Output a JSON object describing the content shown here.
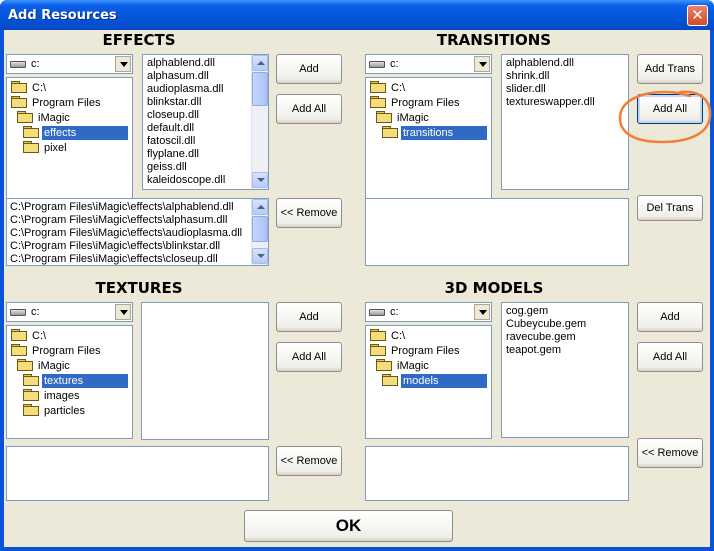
{
  "window": {
    "title": "Add Resources",
    "close_glyph": "✕"
  },
  "sections": {
    "effects": {
      "heading": "EFFECTS",
      "drive": "c:",
      "tree": [
        "C:\\",
        "Program Files",
        "iMagic",
        "effects",
        "pixel"
      ],
      "files": [
        "alphablend.dll",
        "alphasum.dll",
        "audioplasma.dll",
        "blinkstar.dll",
        "closeup.dll",
        "default.dll",
        "fatoscil.dll",
        "flyplane.dll",
        "geiss.dll",
        "kaleidoscope.dll"
      ],
      "add_label": "Add",
      "add_all_label": "Add All",
      "remove_label": "<< Remove",
      "selected": [
        "C:\\Program Files\\iMagic\\effects\\alphablend.dll",
        "C:\\Program Files\\iMagic\\effects\\alphasum.dll",
        "C:\\Program Files\\iMagic\\effects\\audioplasma.dll",
        "C:\\Program Files\\iMagic\\effects\\blinkstar.dll",
        "C:\\Program Files\\iMagic\\effects\\closeup.dll"
      ]
    },
    "transitions": {
      "heading": "TRANSITIONS",
      "drive": "c:",
      "tree": [
        "C:\\",
        "Program Files",
        "iMagic",
        "transitions"
      ],
      "files": [
        "alphablend.dll",
        "shrink.dll",
        "slider.dll",
        "textureswapper.dll"
      ],
      "add_label": "Add Trans",
      "add_all_label": "Add All",
      "remove_label": "Del Trans"
    },
    "textures": {
      "heading": "TEXTURES",
      "drive": "c:",
      "tree": [
        "C:\\",
        "Program Files",
        "iMagic",
        "textures",
        "images",
        "particles"
      ],
      "files": [],
      "add_label": "Add",
      "add_all_label": "Add All",
      "remove_label": "<< Remove"
    },
    "models": {
      "heading": "3D MODELS",
      "drive": "c:",
      "tree": [
        "C:\\",
        "Program Files",
        "iMagic",
        "models"
      ],
      "files": [
        "cog.gem",
        "Cubeycube.gem",
        "ravecube.gem",
        "teapot.gem"
      ],
      "add_label": "Add",
      "add_all_label": "Add All",
      "remove_label": "<< Remove"
    }
  },
  "ok_label": "OK",
  "colors": {
    "selection": "#316ac5",
    "annotation": "#f07f3c",
    "titlebar": "#0354d8",
    "dialog_bg": "#ece9d8"
  },
  "icons": [
    "hard-drive-icon",
    "folder-icon",
    "dropdown-arrow-icon",
    "close-icon"
  ]
}
